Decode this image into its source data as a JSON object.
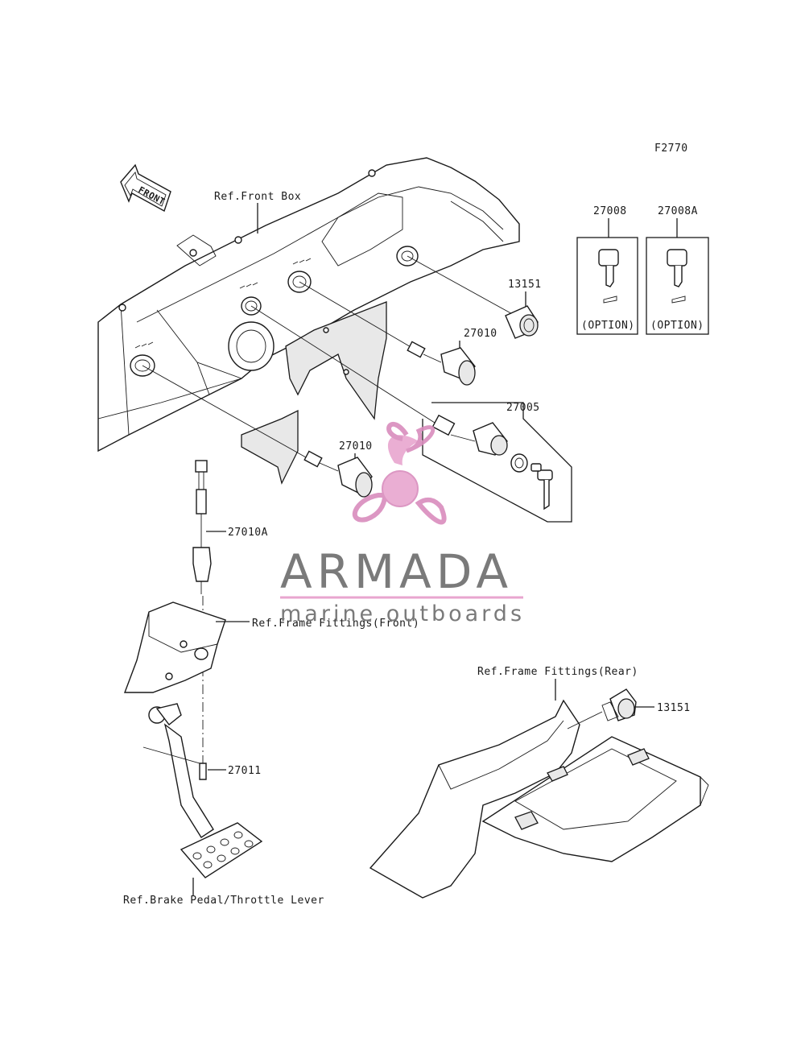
{
  "figure_code": "F2770",
  "front_arrow_label": "FRONT",
  "refs": {
    "front_box": "Ref.Front Box",
    "frame_front": "Ref.Frame Fittings(Front)",
    "frame_rear": "Ref.Frame Fittings(Rear)",
    "brake_pedal": "Ref.Brake Pedal/Throttle Lever"
  },
  "parts": {
    "p13151_top": "13151",
    "p27010_upper": "27010",
    "p27005": "27005",
    "p27010_lower": "27010",
    "p27010A": "27010A",
    "p27011": "27011",
    "p13151_rear": "13151",
    "p27008": "27008",
    "p27008A": "27008A"
  },
  "option_labels": {
    "key_1": "(OPTION)",
    "key_2": "(OPTION)"
  },
  "watermark": {
    "brand": "ARMADA",
    "tagline": "marine outboards",
    "colors": {
      "logo_pink": "#e8a6cf",
      "logo_pink_dark": "#d98cbd",
      "text_gray": "#7a7a7a"
    }
  }
}
